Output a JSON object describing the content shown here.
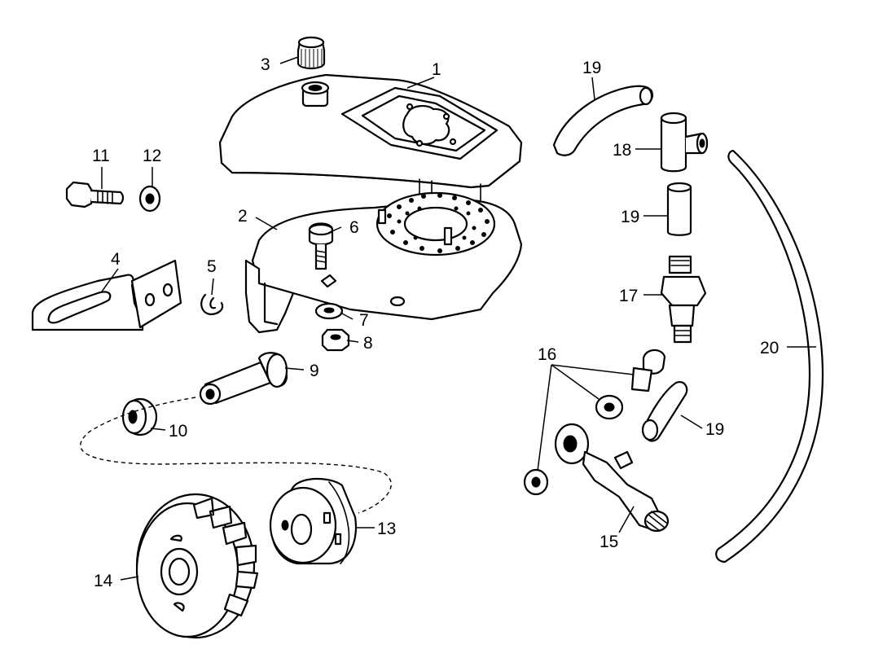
{
  "labels": {
    "p1": "1",
    "p2": "2",
    "p3": "3",
    "p4": "4",
    "p5": "5",
    "p6": "6",
    "p7": "7",
    "p8": "8",
    "p9": "9",
    "p10": "10",
    "p11": "11",
    "p12": "12",
    "p13": "13",
    "p14": "14",
    "p15": "15",
    "p16": "16",
    "p17": "17",
    "p18": "18",
    "p19a": "19",
    "p19b": "19",
    "p19c": "19",
    "p20": "20"
  }
}
